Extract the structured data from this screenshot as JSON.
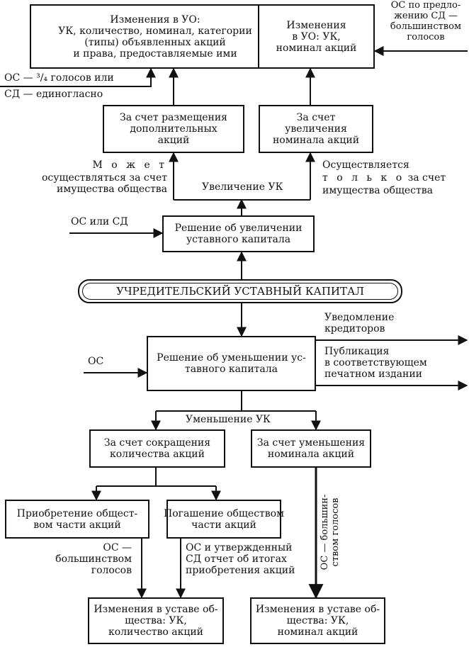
{
  "boxes": {
    "uo_changes_left": "Изменения в УО:\nУК, количество, номинал, категории\n(типы) объявленных акций\nи права, предоставляемые ими",
    "uo_changes_right": "Изменения\nв УО: УК,\nноминал акций",
    "additional_shares": "За счет размещения\nдополнительных\nакций",
    "increase_nominal": "За счет\nувеличения\nноминала акций",
    "decision_increase": "Решение об увеличении\nуставного капитала",
    "charter_capital": "УЧРЕДИТЕЛЬСКИЙ УСТАВНЫЙ КАПИТАЛ",
    "decision_decrease": "Решение об уменьшении ус-\nтавного капитала",
    "reduce_count": "За счет сокращения\nколичества акций",
    "reduce_nominal": "За счет уменьшения\nноминала акций",
    "acquire_part": "Приобретение общест-\nвом части акций",
    "redeem_part": "Погашение обществом\nчасти акций",
    "charter_change_count": "Изменения в уставе об-\nщества: УК,\nколичество акций",
    "charter_change_nominal": "Изменения в уставе об-\nщества: УК,\nноминал акций"
  },
  "labels": {
    "os_board_proposal": "ОС по предло-\nжению СД —\nбольшинством\nголосов",
    "os_three_quarters": "ОС — ³/₄ голосов или",
    "board_unanimous": "СД — единогласно",
    "may_be_spaced": "М о ж е т",
    "may_be_rest": "осуществляться за счет\nимущества общества",
    "only_line1": "Осуществляется",
    "only_spaced": "т о л ь к о",
    "only_rest1": " за счет",
    "only_rest2": "имущества общества",
    "increase_uk": "Увеличение УК",
    "os_or_board": "ОС или СД",
    "creditors_notice": "Уведомление\nкредиторов",
    "publication": "Публикация\nв соответствующем\nпечатном издании",
    "os_plain": "ОС",
    "decrease_uk": "Уменьшение УК",
    "os_majority": "ОС —\nбольшинством\nголосов",
    "os_board_report": "ОС и утвержденный\nСД отчет об итогах\nприобретения акций",
    "os_majority_vertical": "ОС — большин-\nством голосов"
  }
}
